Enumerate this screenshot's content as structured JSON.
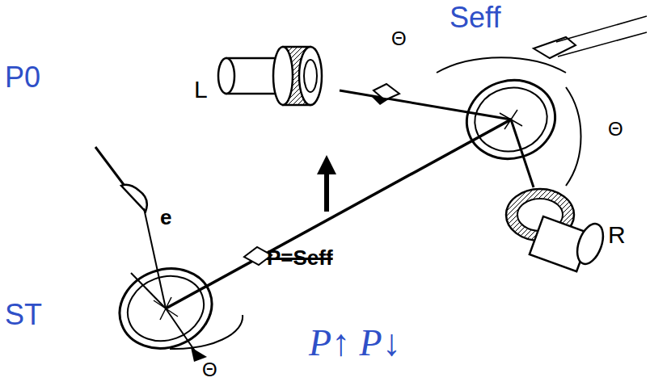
{
  "diagram": {
    "labels": [
      "Seff",
      "Θ",
      "P0",
      "L",
      "Θ",
      "e",
      "P=Seff",
      "ST",
      "Θ",
      "R",
      "P↑ P↓"
    ]
  }
}
